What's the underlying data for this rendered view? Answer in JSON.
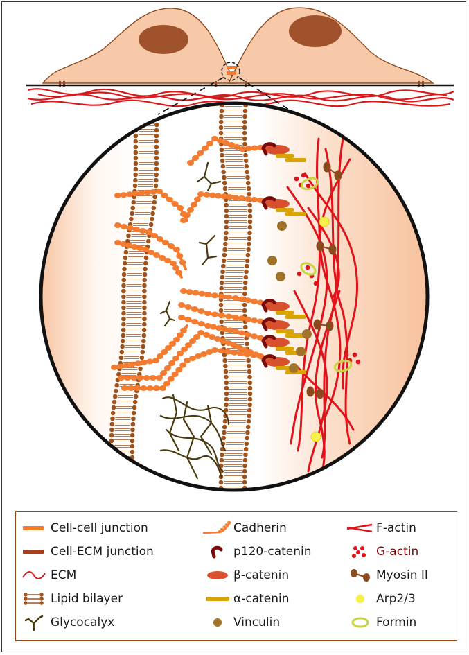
{
  "colors": {
    "cell_fill": "#f8c9a8",
    "nucleus": "#a0522d",
    "cadherin": "#f47c30",
    "lipid": "#a0521c",
    "ecm": "#d7191c",
    "p120": "#7a0a0a",
    "beta": "#d9502e",
    "alpha": "#d9a400",
    "vinculin": "#a0722a",
    "factin": "#e0121a",
    "gactin": "#e0121a",
    "myosin": "#8b4a1e",
    "arp": "#f5f04a",
    "formin": "#c8d440",
    "glycocalyx": "#4a3a10"
  },
  "legend": [
    {
      "label": "Cell-cell junction",
      "icon": "orange-bar-icon",
      "color": "#f47c30"
    },
    {
      "label": "Cadherin",
      "icon": "cadherin-icon",
      "color": "#f47c30"
    },
    {
      "label": "F-actin",
      "icon": "f-actin-icon",
      "color": "#e0121a"
    },
    {
      "label": "Cell-ECM junction",
      "icon": "brown-bar-icon",
      "color": "#a0421c"
    },
    {
      "label": "p120-catenin",
      "icon": "p120-catenin-icon",
      "color": "#7a0a0a"
    },
    {
      "label": "G-actin",
      "icon": "g-actin-icon",
      "color": "#e0121a"
    },
    {
      "label": "ECM",
      "icon": "ecm-wave-icon",
      "color": "#d7191c"
    },
    {
      "label": "β-catenin",
      "icon": "beta-catenin-icon",
      "color": "#d9502e"
    },
    {
      "label": "Myosin II",
      "icon": "myosin-icon",
      "color": "#8b4a1e"
    },
    {
      "label": "Lipid bilayer",
      "icon": "lipid-bilayer-icon",
      "color": "#a0521c"
    },
    {
      "label": "α-catenin",
      "icon": "alpha-catenin-icon",
      "color": "#d9a400"
    },
    {
      "label": "Arp2/3",
      "icon": "arp23-icon",
      "color": "#f5f04a"
    },
    {
      "label": "Glycocalyx",
      "icon": "glycocalyx-icon",
      "color": "#4a3a10"
    },
    {
      "label": "Vinculin",
      "icon": "vinculin-icon",
      "color": "#a0722a"
    },
    {
      "label": "Formin",
      "icon": "formin-icon",
      "color": "#c8d440"
    }
  ]
}
